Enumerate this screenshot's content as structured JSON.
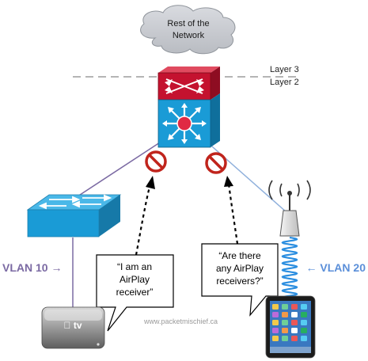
{
  "cloud": {
    "line1": "Rest of the",
    "line2": "Network"
  },
  "layers": {
    "upper": "Layer 3",
    "lower": "Layer 2"
  },
  "vlans": {
    "left": {
      "label": "VLAN 10 →",
      "color": "#7b6aa3"
    },
    "right": {
      "label": "← VLAN 20",
      "color": "#5b8fd9"
    }
  },
  "bubbles": {
    "left": {
      "line1": "“I am an",
      "line2": "AirPlay",
      "line3": "receiver”"
    },
    "right": {
      "line1": "“Are there",
      "line2": "any AirPlay",
      "line3": "receivers?”"
    }
  },
  "appletv": {
    "logo": " tv"
  },
  "watermark": "www.packetmischief.ca",
  "colors": {
    "router_red": "#c4122f",
    "switch_blue": "#1a9bd6",
    "cloud_gray": "#c9ccd1",
    "block_red": "#c0241c"
  }
}
